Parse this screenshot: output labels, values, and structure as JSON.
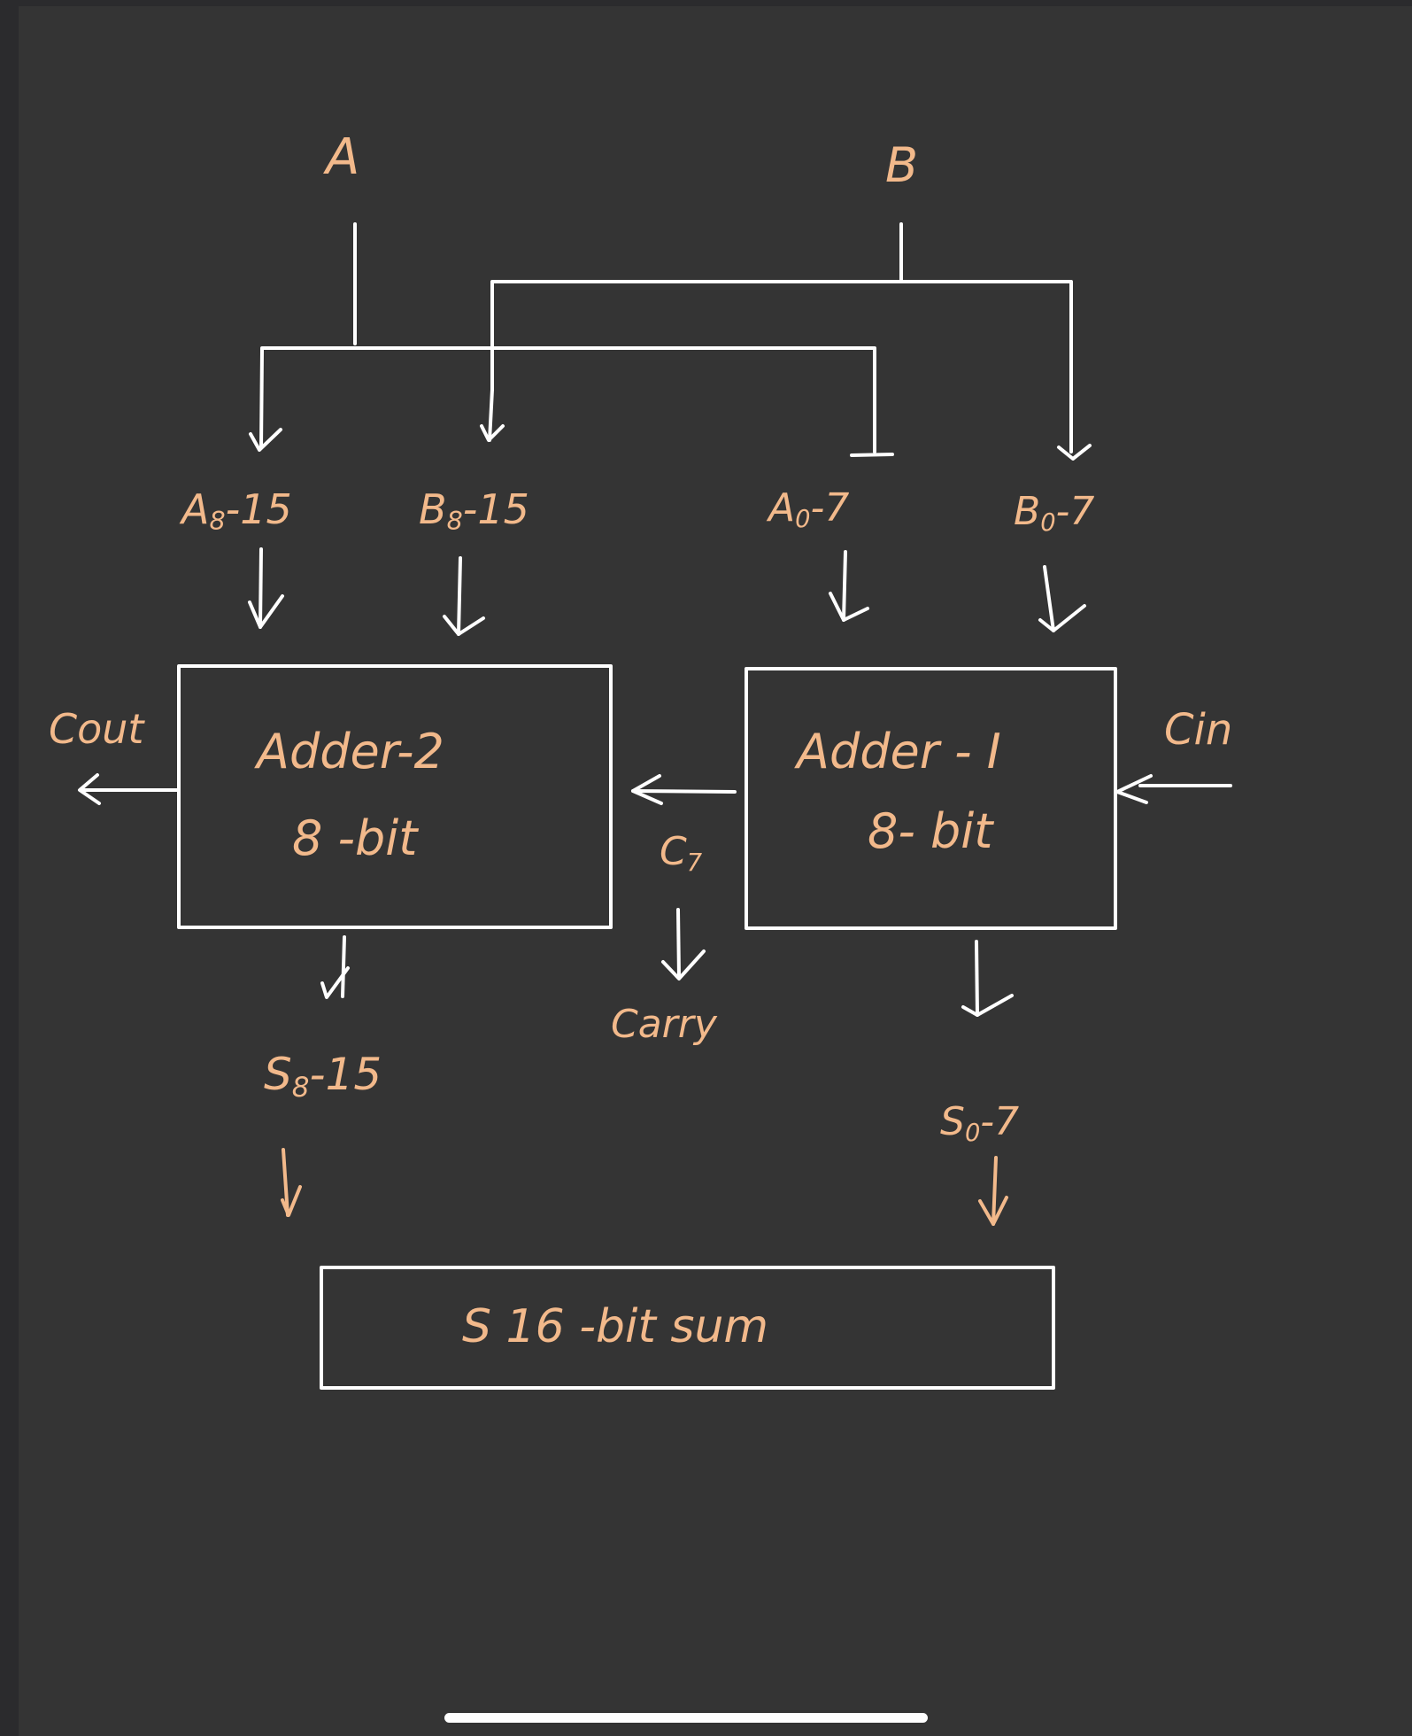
{
  "diagram": {
    "title": "16-bit adder built from two 8-bit adders",
    "colors": {
      "background": "#343434",
      "wire": "#ffffff",
      "label": "#f2b98b"
    },
    "inputs": {
      "a": "A",
      "b": "B"
    },
    "split_labels": {
      "a_high": {
        "base": "A",
        "sub": "8",
        "range": "-15"
      },
      "b_high": {
        "base": "B",
        "sub": "8",
        "range": "-15"
      },
      "a_low": {
        "base": "A",
        "sub": "0",
        "range": "-7"
      },
      "b_low": {
        "base": "B",
        "sub": "0",
        "range": "-7"
      }
    },
    "adder2": {
      "name": "Adder-2",
      "width": "8 -bit"
    },
    "adder1": {
      "name": "Adder - I",
      "width": "8- bit"
    },
    "carry_out": "Cout",
    "carry_in": "Cin",
    "internal_carry": {
      "base": "C",
      "sub": "7"
    },
    "carry_note": "Carry",
    "sum_high": {
      "base": "S",
      "sub": "8",
      "range": "-15"
    },
    "sum_low": {
      "base": "S",
      "sub": "0",
      "range": "-7"
    },
    "sum_box": "S  16 -bit sum"
  }
}
